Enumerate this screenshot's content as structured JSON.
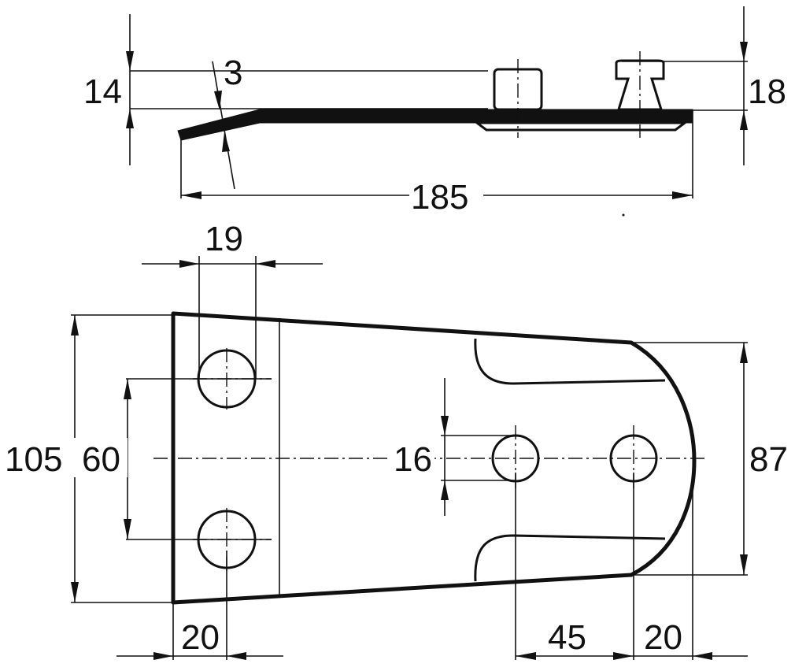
{
  "dimensions": {
    "side_height": "14",
    "thickness": "3",
    "stud_height": "18",
    "overall_length": "185",
    "slot_width": "19",
    "plate_width": "105",
    "bolt_spacing": "60",
    "hole_diameter": "16",
    "end_width": "87",
    "left_offset": "20",
    "hole_pitch": "45",
    "right_offset": "20"
  }
}
